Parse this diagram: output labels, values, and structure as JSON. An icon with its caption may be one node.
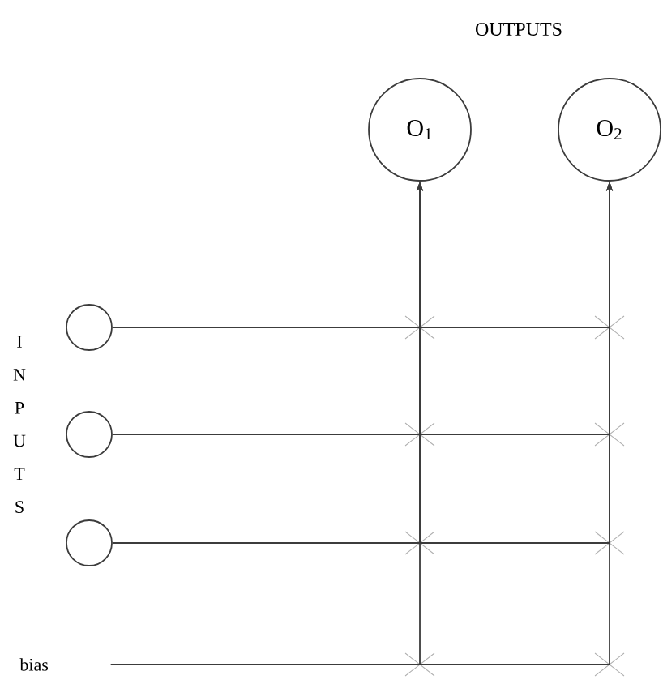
{
  "diagram": {
    "nodes": [
      {
        "text": [
          "O$_{1}$"
        ]
      },
      {
        "text": [
          "O$_{2}$"
        ]
      },
      {
        "text": [],
        "shape": "circle"
      },
      {
        "text": [],
        "shape": "circle"
      },
      {
        "text": [],
        "shape": "circle"
      },
      {
        "text": [
          "bias"
        ]
      }
    ],
    "edges": [
      {
        "from": 2,
        "to": 0,
        "arrow": "to"
      },
      {
        "from": 2,
        "to": 1,
        "arrow": "to"
      },
      {
        "from": 3,
        "to": 0,
        "arrow": "to"
      },
      {
        "from": 3,
        "to": 1,
        "arrow": "to"
      },
      {
        "from": 4,
        "to": 0,
        "arrow": "to"
      },
      {
        "from": 4,
        "to": 1,
        "arrow": "to"
      },
      {
        "from": 5,
        "to": 0,
        "arrow": "to"
      },
      {
        "from": 5,
        "to": 1,
        "arrow": "to"
      }
    ],
    "labels": [
      "OUTPUTS",
      "INPUTS"
    ]
  }
}
